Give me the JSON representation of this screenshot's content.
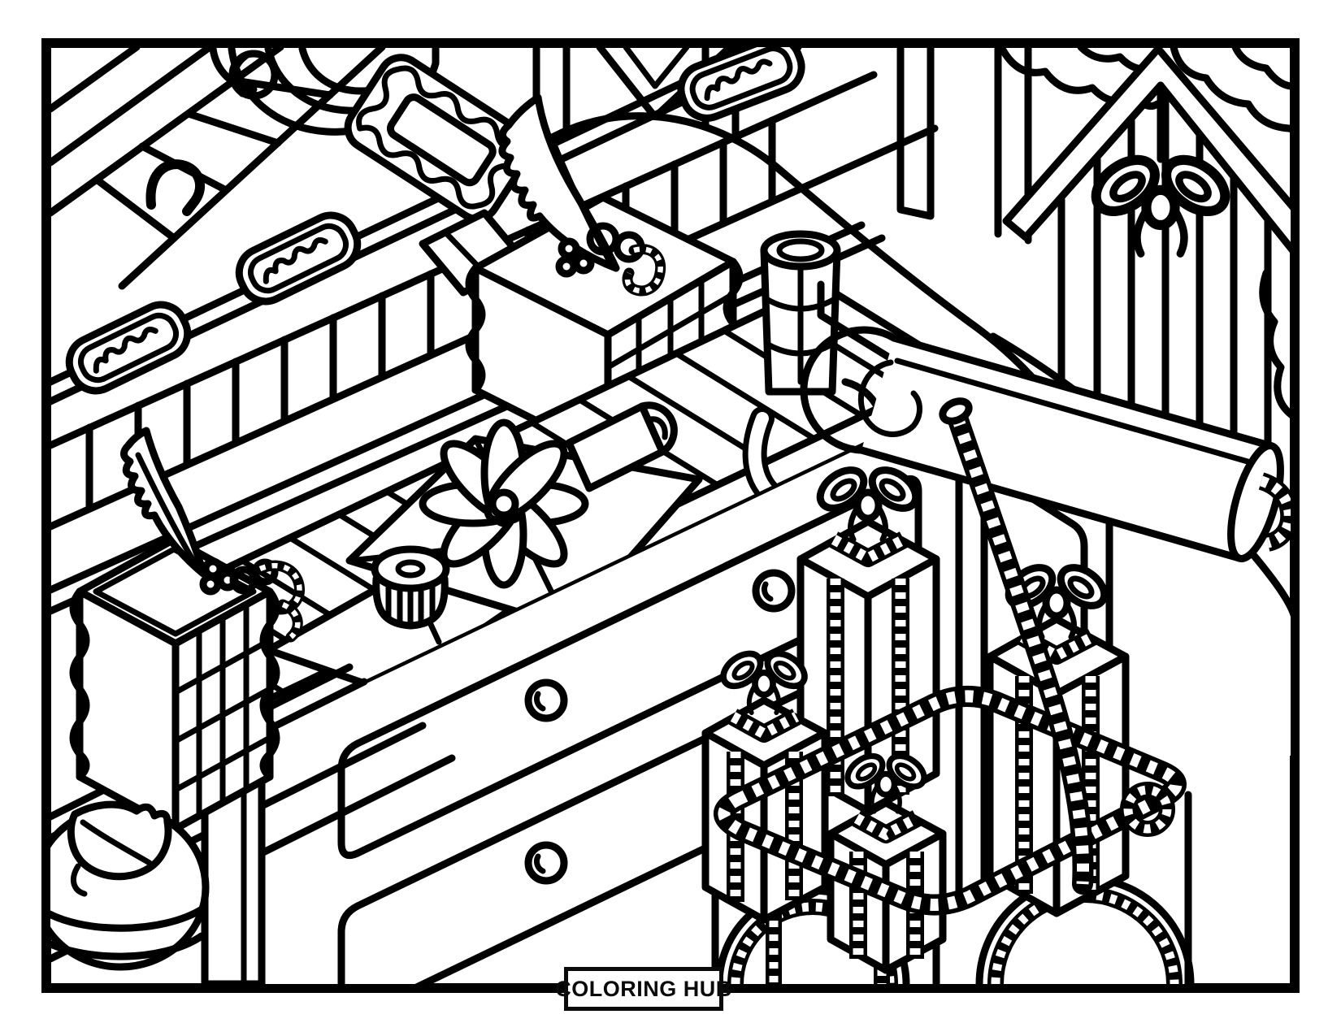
{
  "page": {
    "type": "coloring-page",
    "theme": "christmas gift wrapping workshop",
    "background_color": "#ffffff",
    "line_color": "#000000"
  },
  "footer": {
    "brand_label": "COLORING HUB",
    "box_background": "#ffffff",
    "box_border_color": "#0a0a0a"
  },
  "scene": {
    "objects": [
      "roof-rafters",
      "candy-swirl",
      "gingerbread-stamp-cookie",
      "gingerbread-loaf-cookies",
      "plank-wall-with-windows",
      "snow-drifts",
      "christmas-tree",
      "gingerbread-house-with-bow",
      "slatted-railing",
      "wrapping-workbench",
      "plank-desktop",
      "drawers-with-round-knobs",
      "folded-wrapping-paper",
      "ribbon-rosette",
      "wrapping-paper-tube",
      "candy-cupcake",
      "ribbon-spool-holder",
      "gift-with-pine-sprig-and-candy-cane",
      "plaid-wrapped-gift",
      "round-cake-box-with-leaf",
      "toy-wagon-with-rope-rim",
      "rope-handle",
      "rolled-paper-scroll",
      "stacked-gift-boxes-with-bows",
      "wheel-arches"
    ]
  }
}
